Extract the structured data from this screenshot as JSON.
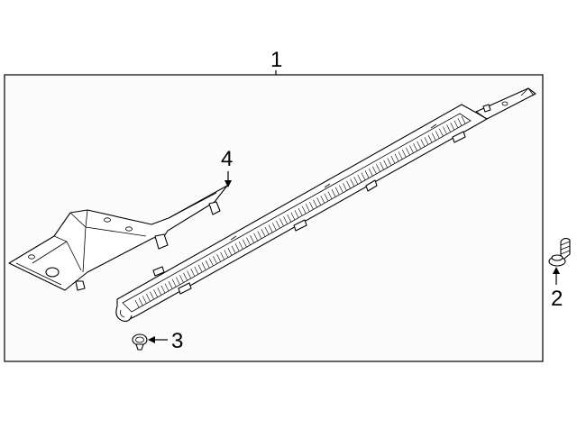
{
  "diagram": {
    "callouts": {
      "assembly": "1",
      "screw": "2",
      "clip": "3",
      "bracket": "4"
    },
    "parts": [
      {
        "id": "1",
        "name": "step-pad-assembly-icon"
      },
      {
        "id": "2",
        "name": "screw-icon"
      },
      {
        "id": "3",
        "name": "clip-icon"
      },
      {
        "id": "4",
        "name": "bracket-icon"
      }
    ],
    "colors": {
      "line": "#000000",
      "background": "#ffffff",
      "frame_fill": "#fbfbfb"
    }
  }
}
